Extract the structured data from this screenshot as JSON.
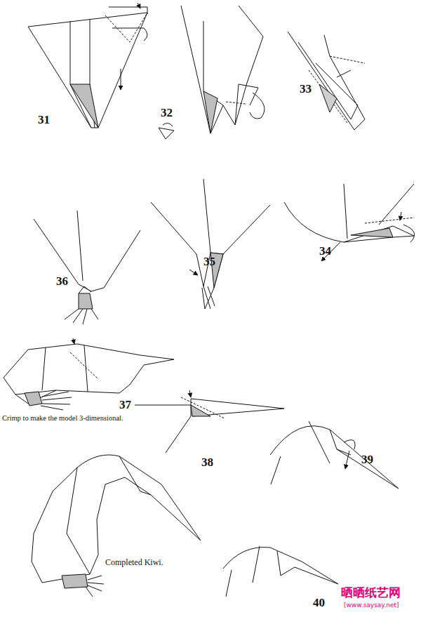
{
  "diagram": {
    "labels": [
      "31",
      "32",
      "33",
      "36",
      "35",
      "34",
      "37",
      "Crimp to make the model 3-dimensional.",
      "38",
      "39",
      "Completed Kiwi.",
      "40",
      "晒晒纸艺网",
      "[www.saysay.net]"
    ]
  }
}
